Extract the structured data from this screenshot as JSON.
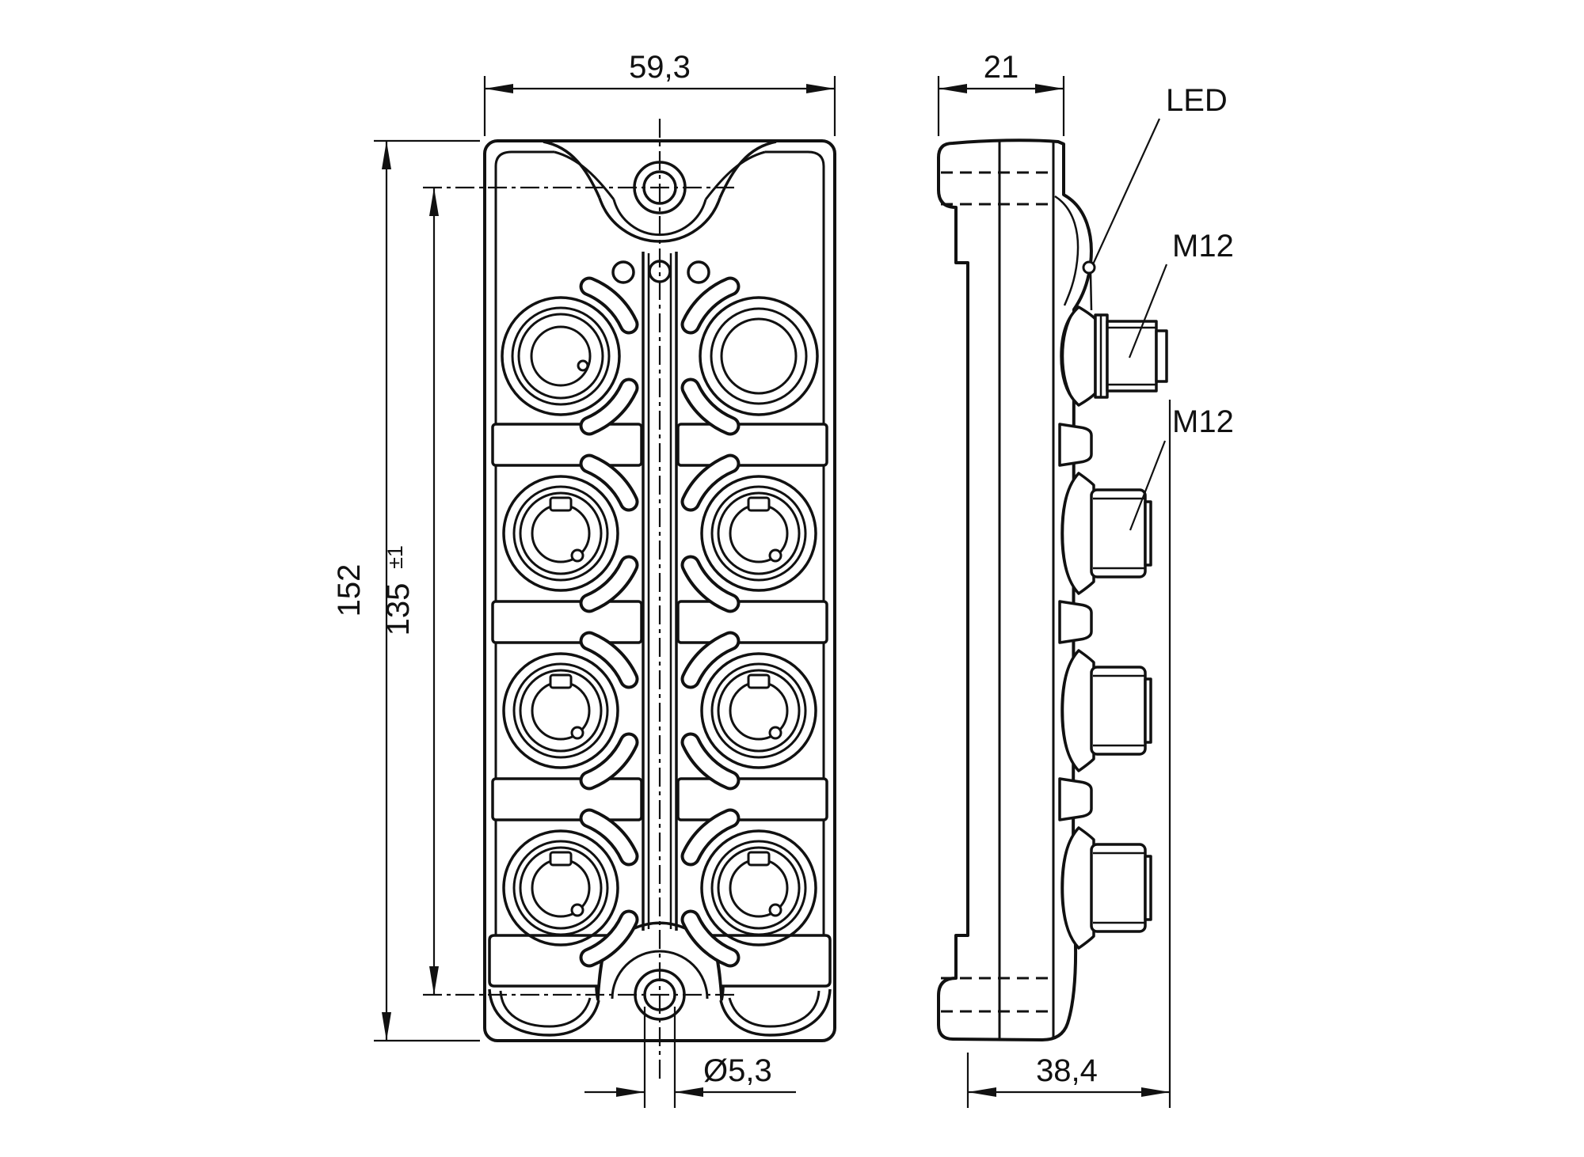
{
  "dimensions": {
    "front_width": "59,3",
    "side_depth_top": "21",
    "overall_height": "152",
    "hole_spacing": "135",
    "hole_spacing_tolerance": "±1",
    "mounting_hole_diameter": "Ø5,3",
    "side_depth_overall": "38,4"
  },
  "labels": {
    "led": "LED",
    "m12_threaded": "M12",
    "m12_socket": "M12"
  }
}
